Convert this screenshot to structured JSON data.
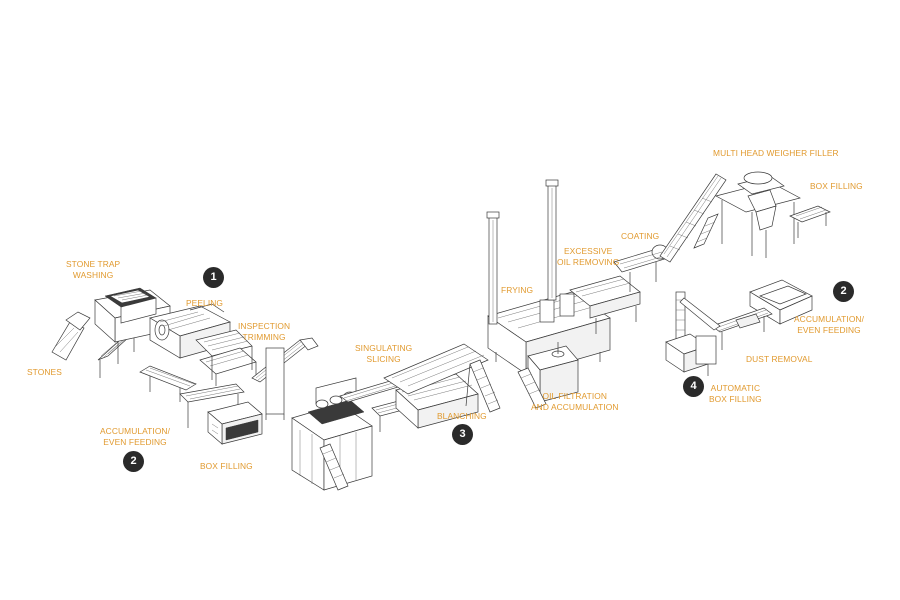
{
  "labels": {
    "stone_trap_washing": [
      "STONE TRAP",
      "WASHING"
    ],
    "stones": "STONES",
    "peeling": "PEELING",
    "inspection_trimming": [
      "INSPECTION",
      "TRIMMING"
    ],
    "accumulation_even_feeding_left": [
      "ACCUMULATION/",
      "EVEN FEEDING"
    ],
    "box_filling_left": "BOX FILLING",
    "singulating_slicing": [
      "SINGULATING",
      "SLICING"
    ],
    "blanching": "BLANCHING",
    "frying": "FRYING",
    "excessive_oil_removing": [
      "EXCESSIVE",
      "OIL REMOVING"
    ],
    "oil_filtration_accumulation": [
      "OIL FILTRATION",
      "AND ACCUMULATION"
    ],
    "coating": "COATING",
    "multi_head_weigher_filler": "MULTI HEAD WEIGHER FILLER",
    "box_filling_right": "BOX FILLING",
    "accumulation_even_feeding_right": [
      "ACCUMULATION/",
      "EVEN FEEDING"
    ],
    "dust_removal": "DUST REMOVAL",
    "automatic_box_filling": [
      "AUTOMATIC",
      "BOX FILLING"
    ]
  },
  "badges": {
    "step_1": "1",
    "step_2_left": "2",
    "step_3": "3",
    "step_2_right": "2",
    "step_4": "4"
  },
  "colors": {
    "label_text": "#e19a2f",
    "badge_fill": "#2a2a2a",
    "line_art": "#3a3a3a"
  }
}
